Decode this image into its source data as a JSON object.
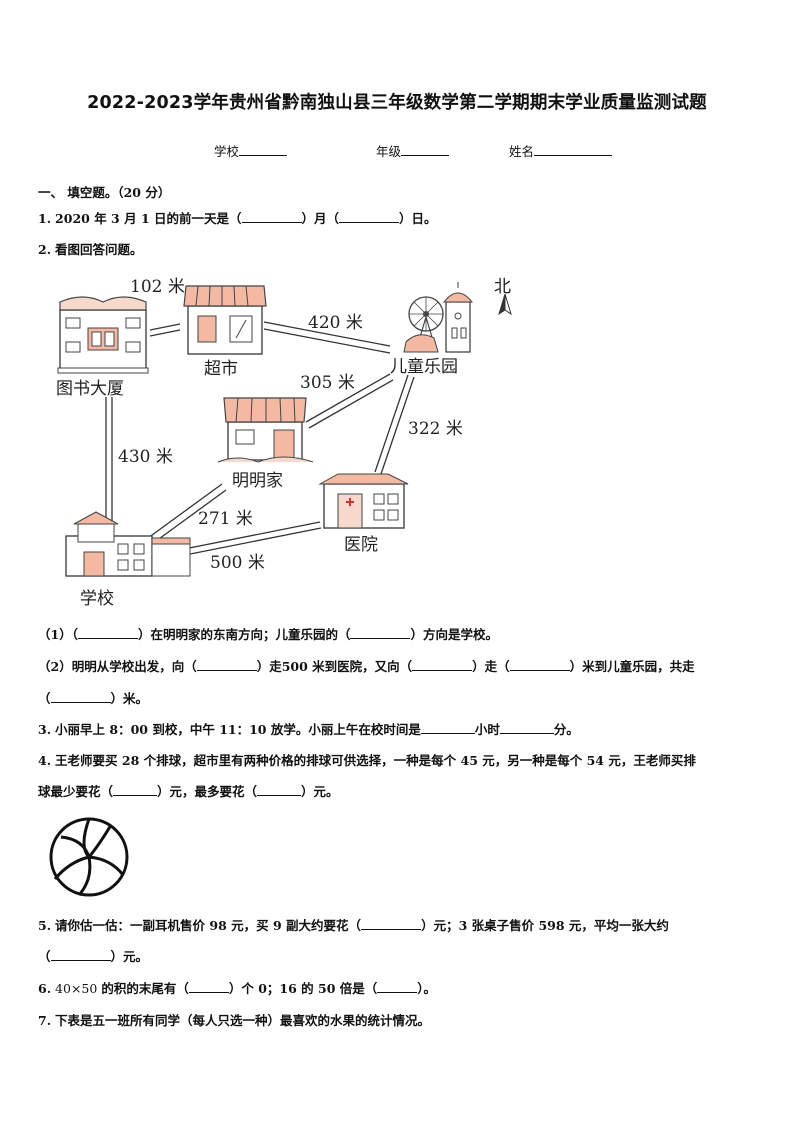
{
  "title": "2022-2023学年贵州省黔南独山县三年级数学第二学期期末学业质量监测试题",
  "info": {
    "school": "学校",
    "grade": "年级",
    "name": "姓名"
  },
  "section1": "一、 填空题。（20 分）",
  "q1": {
    "num": "1.",
    "a": "2020 年 3 月 1 日的前一天是（",
    "b": "）月（",
    "c": "）日。"
  },
  "q2": {
    "num": "2.",
    "text": "看图回答问题。"
  },
  "map": {
    "north": "北",
    "library": "图书大厦",
    "supermarket": "超市",
    "playground": "儿童乐园",
    "home": "明明家",
    "hospital": "医院",
    "school": "学校",
    "d_library_super": "102 米",
    "d_super_play": "420 米",
    "d_home_play": "305 米",
    "d_play_hosp": "322 米",
    "d_lib_school": "430 米",
    "d_school_home": "271 米",
    "d_school_hosp": "500 米"
  },
  "q2_1": {
    "a": "（1）（",
    "b": "）在明明家的东南方向；儿童乐园的（",
    "c": "）方向是学校。"
  },
  "q2_2": {
    "a": "（2）明明从学校出发，向（",
    "b": "）走500 米到医院，又向（",
    "c": "）走（",
    "d": "）米到儿童乐园，共走"
  },
  "q2_2b": {
    "a": "（",
    "b": "）米。"
  },
  "q3": {
    "num": "3.",
    "a": "小丽早上 8：00 到校，中午 11：10 放学。小丽上午在校时间是",
    "b": "小时",
    "c": "分。"
  },
  "q4": {
    "num": "4.",
    "text": "王老师要买 28 个排球，超市里有两种价格的排球可供选择，一种是每个 45 元，另一种是每个 54 元，王老师买排"
  },
  "q4b": {
    "a": "球最少要花（",
    "b": "）元，最多要花（",
    "c": "）元。"
  },
  "q5": {
    "num": "5.",
    "a": "请你估一估：一副耳机售价 98 元，买 9 副大约要花（",
    "b": "）元；3 张桌子售价 598 元，平均一张大约"
  },
  "q5b": {
    "a": "（",
    "b": "）元。"
  },
  "q6": {
    "num": "6.",
    "expr": "40×50",
    "a": "的积的末尾有（",
    "b": "）个 0；16 的 50 倍是（",
    "c": "）。"
  },
  "q7": {
    "num": "7.",
    "text": "下表是五一班所有同学（每人只选一种）最喜欢的水果的统计情况。"
  }
}
